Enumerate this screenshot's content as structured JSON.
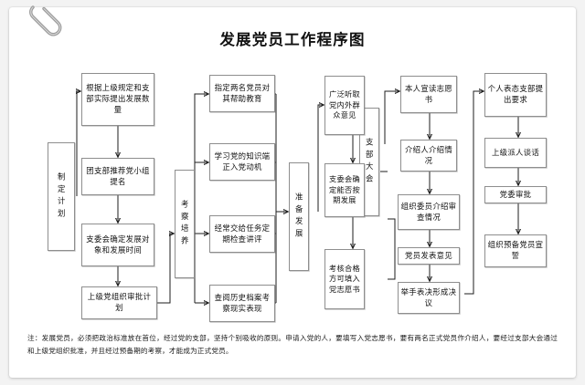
{
  "document": {
    "title": "发展党员工作程序图",
    "paperclip_icon": "paperclip-icon"
  },
  "stages": [
    {
      "id": "plan",
      "label": "制定计划",
      "orientation": "vertical"
    },
    {
      "id": "train",
      "label": "考察培养",
      "orientation": "vertical"
    },
    {
      "id": "prepare",
      "label": "准备发展",
      "orientation": "vertical"
    },
    {
      "id": "assembly",
      "label": "支部大会",
      "orientation": "vertical"
    }
  ],
  "columns": {
    "col2": [
      {
        "id": "c2b1",
        "text": "根据上级规定和支部实际提出发展数量"
      },
      {
        "id": "c2b2",
        "text": "团支部推荐党小组提名"
      },
      {
        "id": "c2b3",
        "text": "支委会确定发展对象和发展时间"
      },
      {
        "id": "c2b4",
        "text": "上级党组织审批计划"
      }
    ],
    "col4": [
      {
        "id": "c4b1",
        "text": "指定两名党员对其帮助教育"
      },
      {
        "id": "c4b2",
        "text": "学习党的知识端正入党动机"
      },
      {
        "id": "c4b3",
        "text": "经常交给任务定期检查讲评"
      },
      {
        "id": "c4b4",
        "text": "查阅历史档案考察现实表现"
      }
    ],
    "col6": [
      {
        "id": "c6b1",
        "text": "广泛听取党内外群众意见"
      },
      {
        "id": "c6b2",
        "text": "支委会确定能否按期发展"
      },
      {
        "id": "c6b3",
        "text": "考核合格方可填入党志愿书"
      }
    ],
    "col8": [
      {
        "id": "c8b1",
        "text": "本人宣读志愿书"
      },
      {
        "id": "c8b2",
        "text": "介绍人介绍情况"
      },
      {
        "id": "c8b3",
        "text": "组织委员介绍审查情况"
      },
      {
        "id": "c8b4",
        "text": "党员发表意见"
      },
      {
        "id": "c8b5",
        "text": "举手表决形成决议"
      }
    ],
    "col9": [
      {
        "id": "c9b1",
        "text": "个人表态支部提出要求"
      },
      {
        "id": "c9b2",
        "text": "上级派人谈话"
      },
      {
        "id": "c9b3",
        "text": "党委审批"
      },
      {
        "id": "c9b4",
        "text": "组织预备党员宣誓"
      }
    ]
  },
  "note": {
    "text": "注：发展党员，必须把政治标准放在首位，经过党的支部，坚持个别吸收的原则。申请入党的人，要填写入党志愿书，要有两名正式党员作介绍人，要经过支部大会通过和上级党组织批准，并且经过预备期的考察，才能成为正式党员。"
  },
  "colors": {
    "page_background": "#ffffff",
    "canvas_background": "#f3f3f3",
    "box_border": "#8e8e8e",
    "line": "#1d1d1d",
    "text": "#111111"
  }
}
